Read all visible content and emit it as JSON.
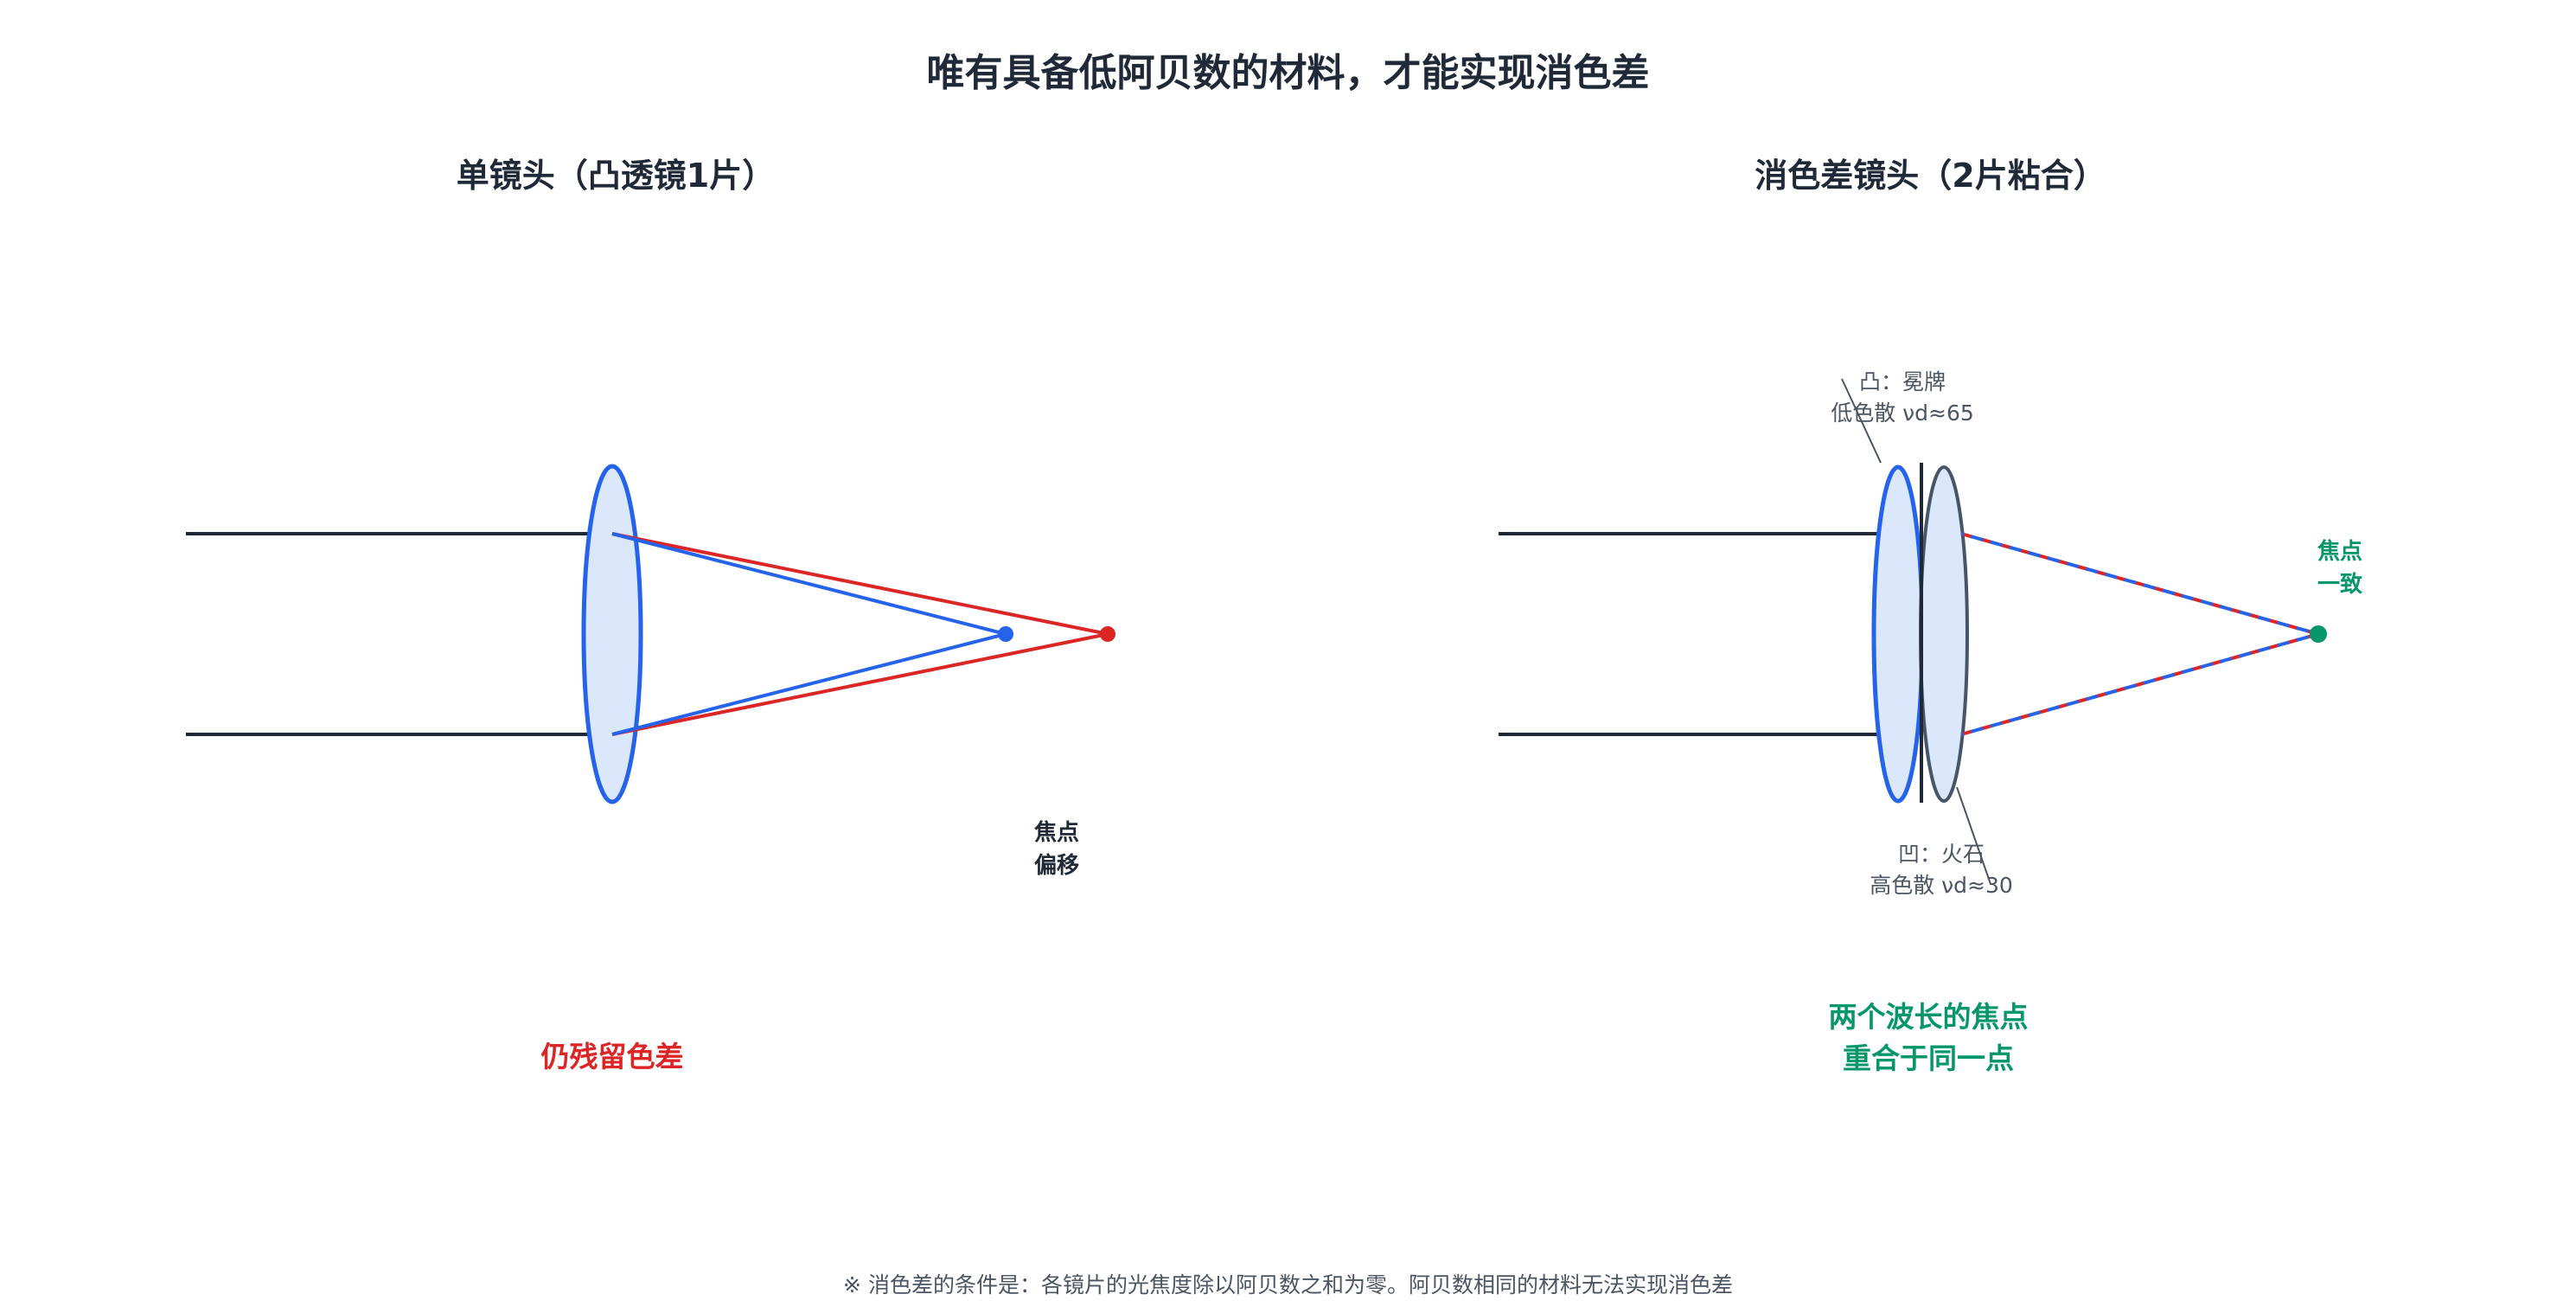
{
  "title": "唯有具备低阿贝数的材料，才能实现消色差",
  "left": {
    "subtitle": "单镜头（凸透镜1片）",
    "focus_label_line1": "焦点",
    "focus_label_line2": "偏移",
    "result": "仍残留色差"
  },
  "right": {
    "subtitle": "消色差镜头（2片粘合）",
    "convex_line1": "凸：冕牌",
    "convex_line2": "低色散 νd≈65",
    "concave_line1": "凹：火石",
    "concave_line2": "高色散 νd≈30",
    "focus_label_line1": "焦点",
    "focus_label_line2": "一致",
    "result_line1": "两个波长的焦点",
    "result_line2": "重合于同一点"
  },
  "footnote": "※ 消色差的条件是：各镜片的光焦度除以阿贝数之和为零。阿贝数相同的材料无法实现消色差",
  "colors": {
    "blue": "#2563eb",
    "red": "#dc2626",
    "green": "#059669",
    "dark": "#1f2937",
    "lens_fill": "#dbe8fb",
    "flint_stroke": "#475569"
  }
}
